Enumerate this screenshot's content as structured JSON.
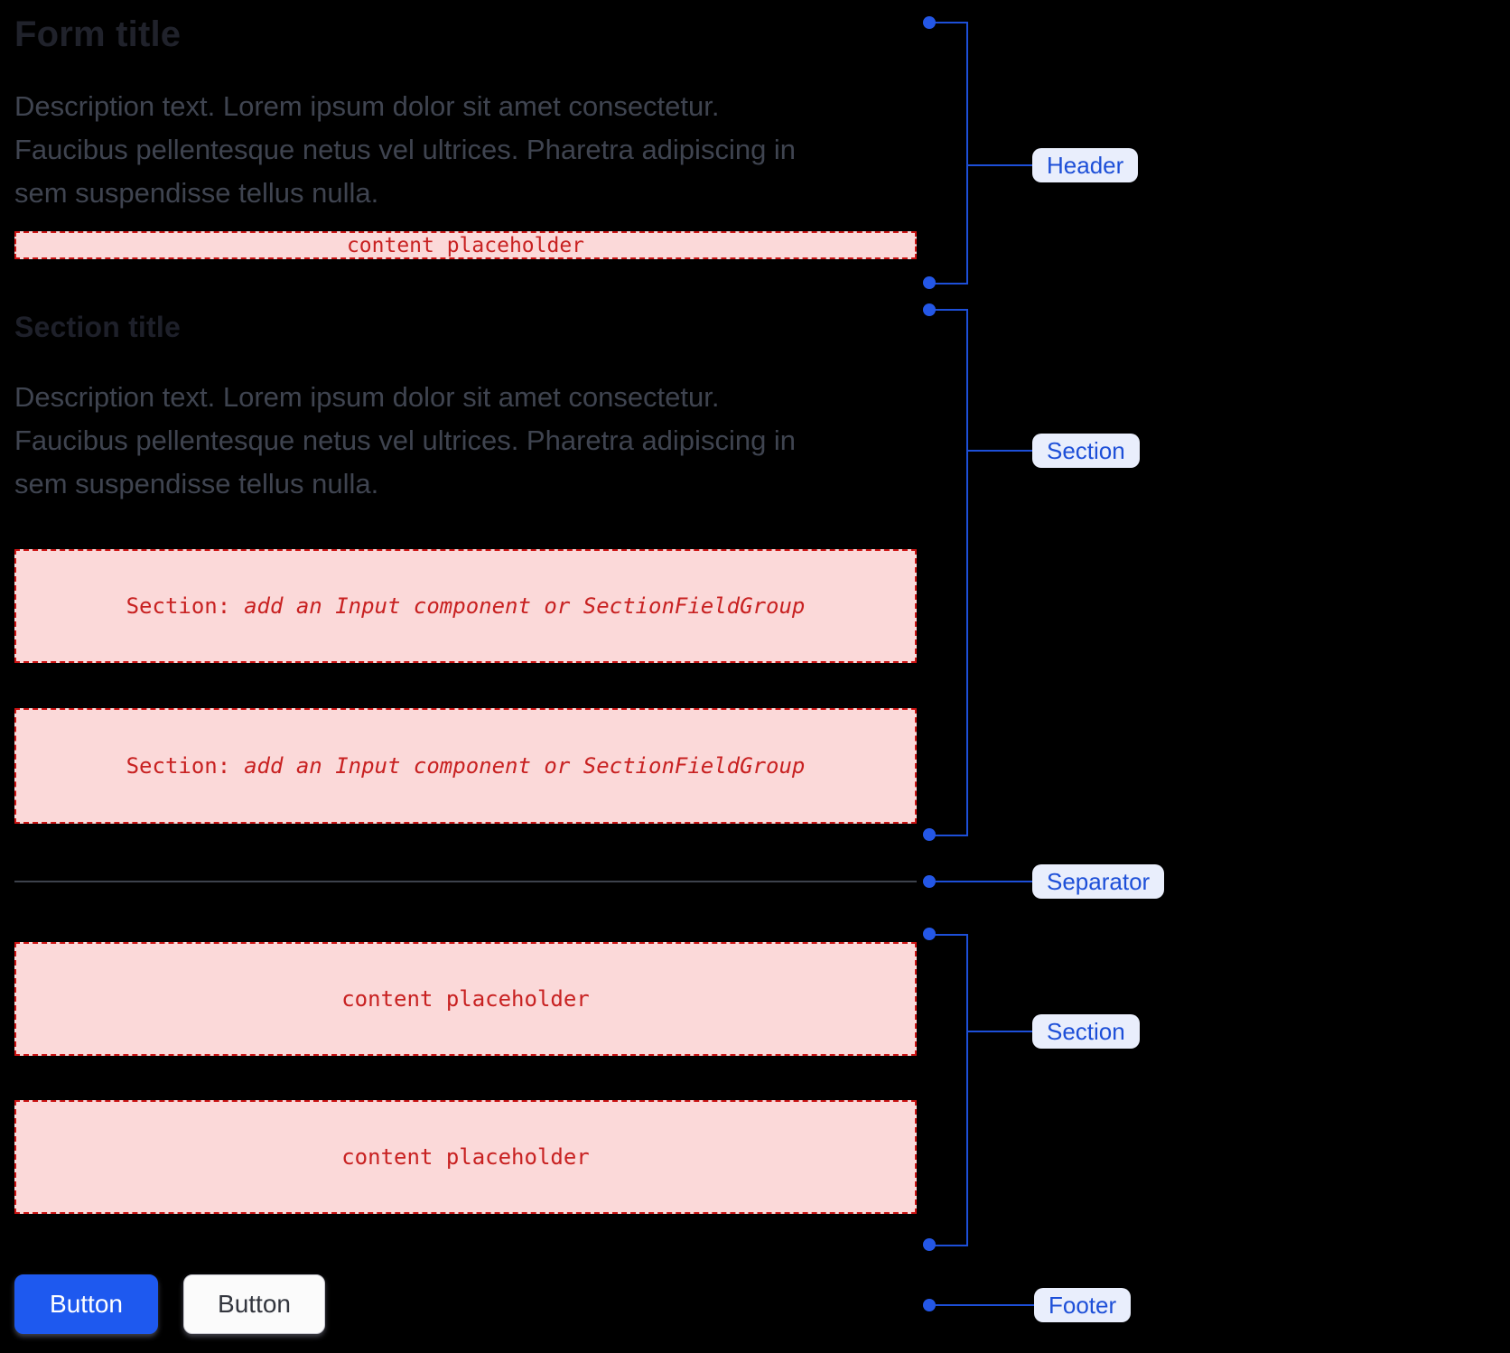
{
  "form": {
    "title": "Form title",
    "description_lines": [
      "Description text. Lorem ipsum dolor sit amet consectetur.",
      "Faucibus pellentesque netus vel ultrices. Pharetra adipiscing in",
      "sem suspendisse tellus nulla."
    ],
    "header_placeholder": "content placeholder",
    "section": {
      "title": "Section title",
      "description_lines": [
        "Description text. Lorem ipsum dolor sit amet consectetur.",
        "Faucibus pellentesque netus vel ultrices. Pharetra adipiscing in",
        "sem suspendisse tellus nulla."
      ],
      "slot_boxes": [
        {
          "prefix": "Section:",
          "label": "add an Input component or SectionFieldGroup"
        },
        {
          "prefix": "Section:",
          "label": "add an Input component or SectionFieldGroup"
        }
      ]
    },
    "lower_section": {
      "placeholders": [
        "content placeholder",
        "content placeholder"
      ]
    },
    "footer": {
      "primary_button": "Button",
      "secondary_button": "Button"
    }
  },
  "annotations": {
    "header": "Header",
    "section_top": "Section",
    "separator": "Separator",
    "section_bottom": "Section",
    "footer": "Footer"
  },
  "colors": {
    "annotation_blue": "#1d4fd8",
    "placeholder_red": "#c82121",
    "placeholder_pink": "#fbd9d9",
    "primary_button_blue": "#1e59ef",
    "separator_gray": "#3d424c"
  }
}
